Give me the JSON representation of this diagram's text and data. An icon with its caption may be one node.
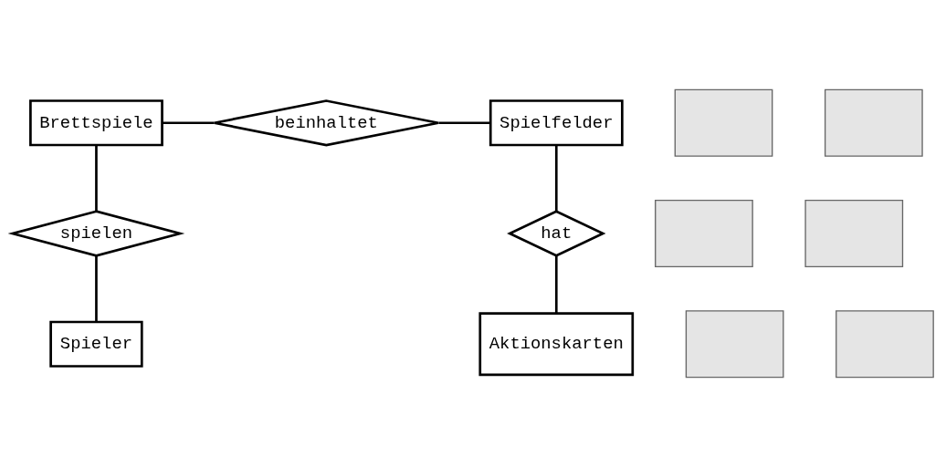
{
  "diagram": {
    "nodes": [
      {
        "text": [
          "Brettspiele"
        ]
      },
      {
        "text": [
          "beinhaltet"
        ]
      },
      {
        "text": [
          "Spielfelder"
        ]
      },
      {
        "text": [
          "spielen"
        ]
      },
      {
        "text": [
          "hat"
        ]
      },
      {
        "text": [
          "Spieler"
        ]
      },
      {
        "text": [
          "Aktionskarten"
        ]
      },
      {
        "text": [],
        "shape": "box"
      },
      {
        "text": [],
        "shape": "box"
      },
      {
        "text": [],
        "shape": "box"
      },
      {
        "text": [],
        "shape": "box"
      },
      {
        "text": [],
        "shape": "box"
      },
      {
        "text": [],
        "shape": "box"
      }
    ],
    "edges": [
      {
        "from": 0,
        "to": 1,
        "arrow": "none"
      },
      {
        "from": 1,
        "to": 2,
        "arrow": "none"
      },
      {
        "from": 0,
        "to": 3,
        "arrow": "none"
      },
      {
        "from": 3,
        "to": 5,
        "arrow": "none"
      },
      {
        "from": 2,
        "to": 4,
        "arrow": "none"
      },
      {
        "from": 4,
        "to": 6,
        "arrow": "none"
      }
    ]
  }
}
